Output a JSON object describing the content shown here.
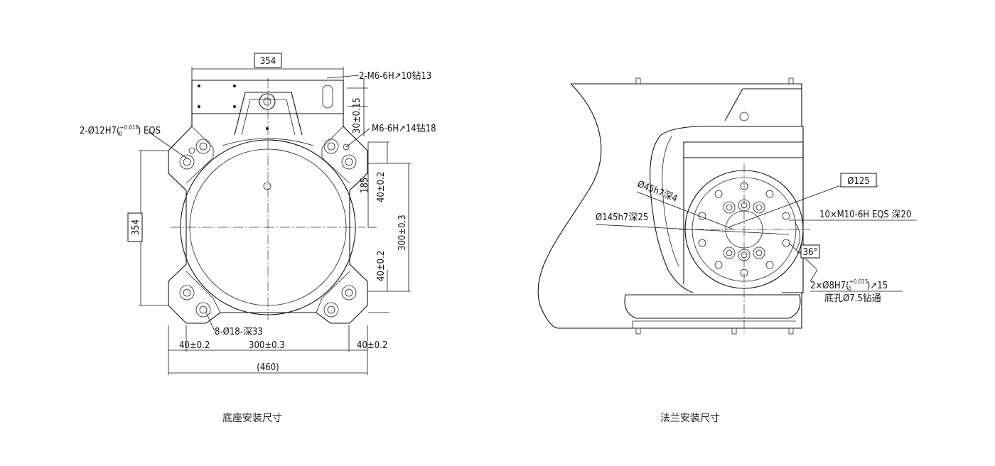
{
  "drawings": {
    "base": {
      "caption": "底座安装尺寸",
      "labels": {
        "top_width": "354",
        "left_height": "354",
        "m6_top": "2-M6-6H↗10钻13",
        "tol_30": "30±0.15",
        "pin_12": "2-Ø12H7(",
        "pin_12_tol_top": "+0.018",
        "pin_12_tol_bot": "0",
        "pin_12_tail": ") EQS",
        "m6_side": "M6-6H↗14钻18",
        "dim_185": "185",
        "dim_40_upper": "40±0.2",
        "dim_300_right": "300±0.3",
        "dim_40_lower": "40±0.2",
        "holes_8": "8-Ø18-深33",
        "bottom_40_left": "40±0.2",
        "bottom_300": "300±0.3",
        "bottom_40_right": "40±0.2",
        "overall": "(460)"
      }
    },
    "flange": {
      "caption": "法兰安装尺寸",
      "labels": {
        "d125": "Ø125",
        "d45": "Ø45h7深4",
        "d145": "Ø145h7深25",
        "m10": "10×M10-6H EQS 深20",
        "angle": "36°",
        "pin8_pre": "2×Ø8H7(",
        "pin8_tol_top": "+0.015",
        "pin8_tol_bot": "0",
        "pin8_tail": ")↗15",
        "pin8_line2": "底孔Ø7.5钻通"
      }
    }
  }
}
